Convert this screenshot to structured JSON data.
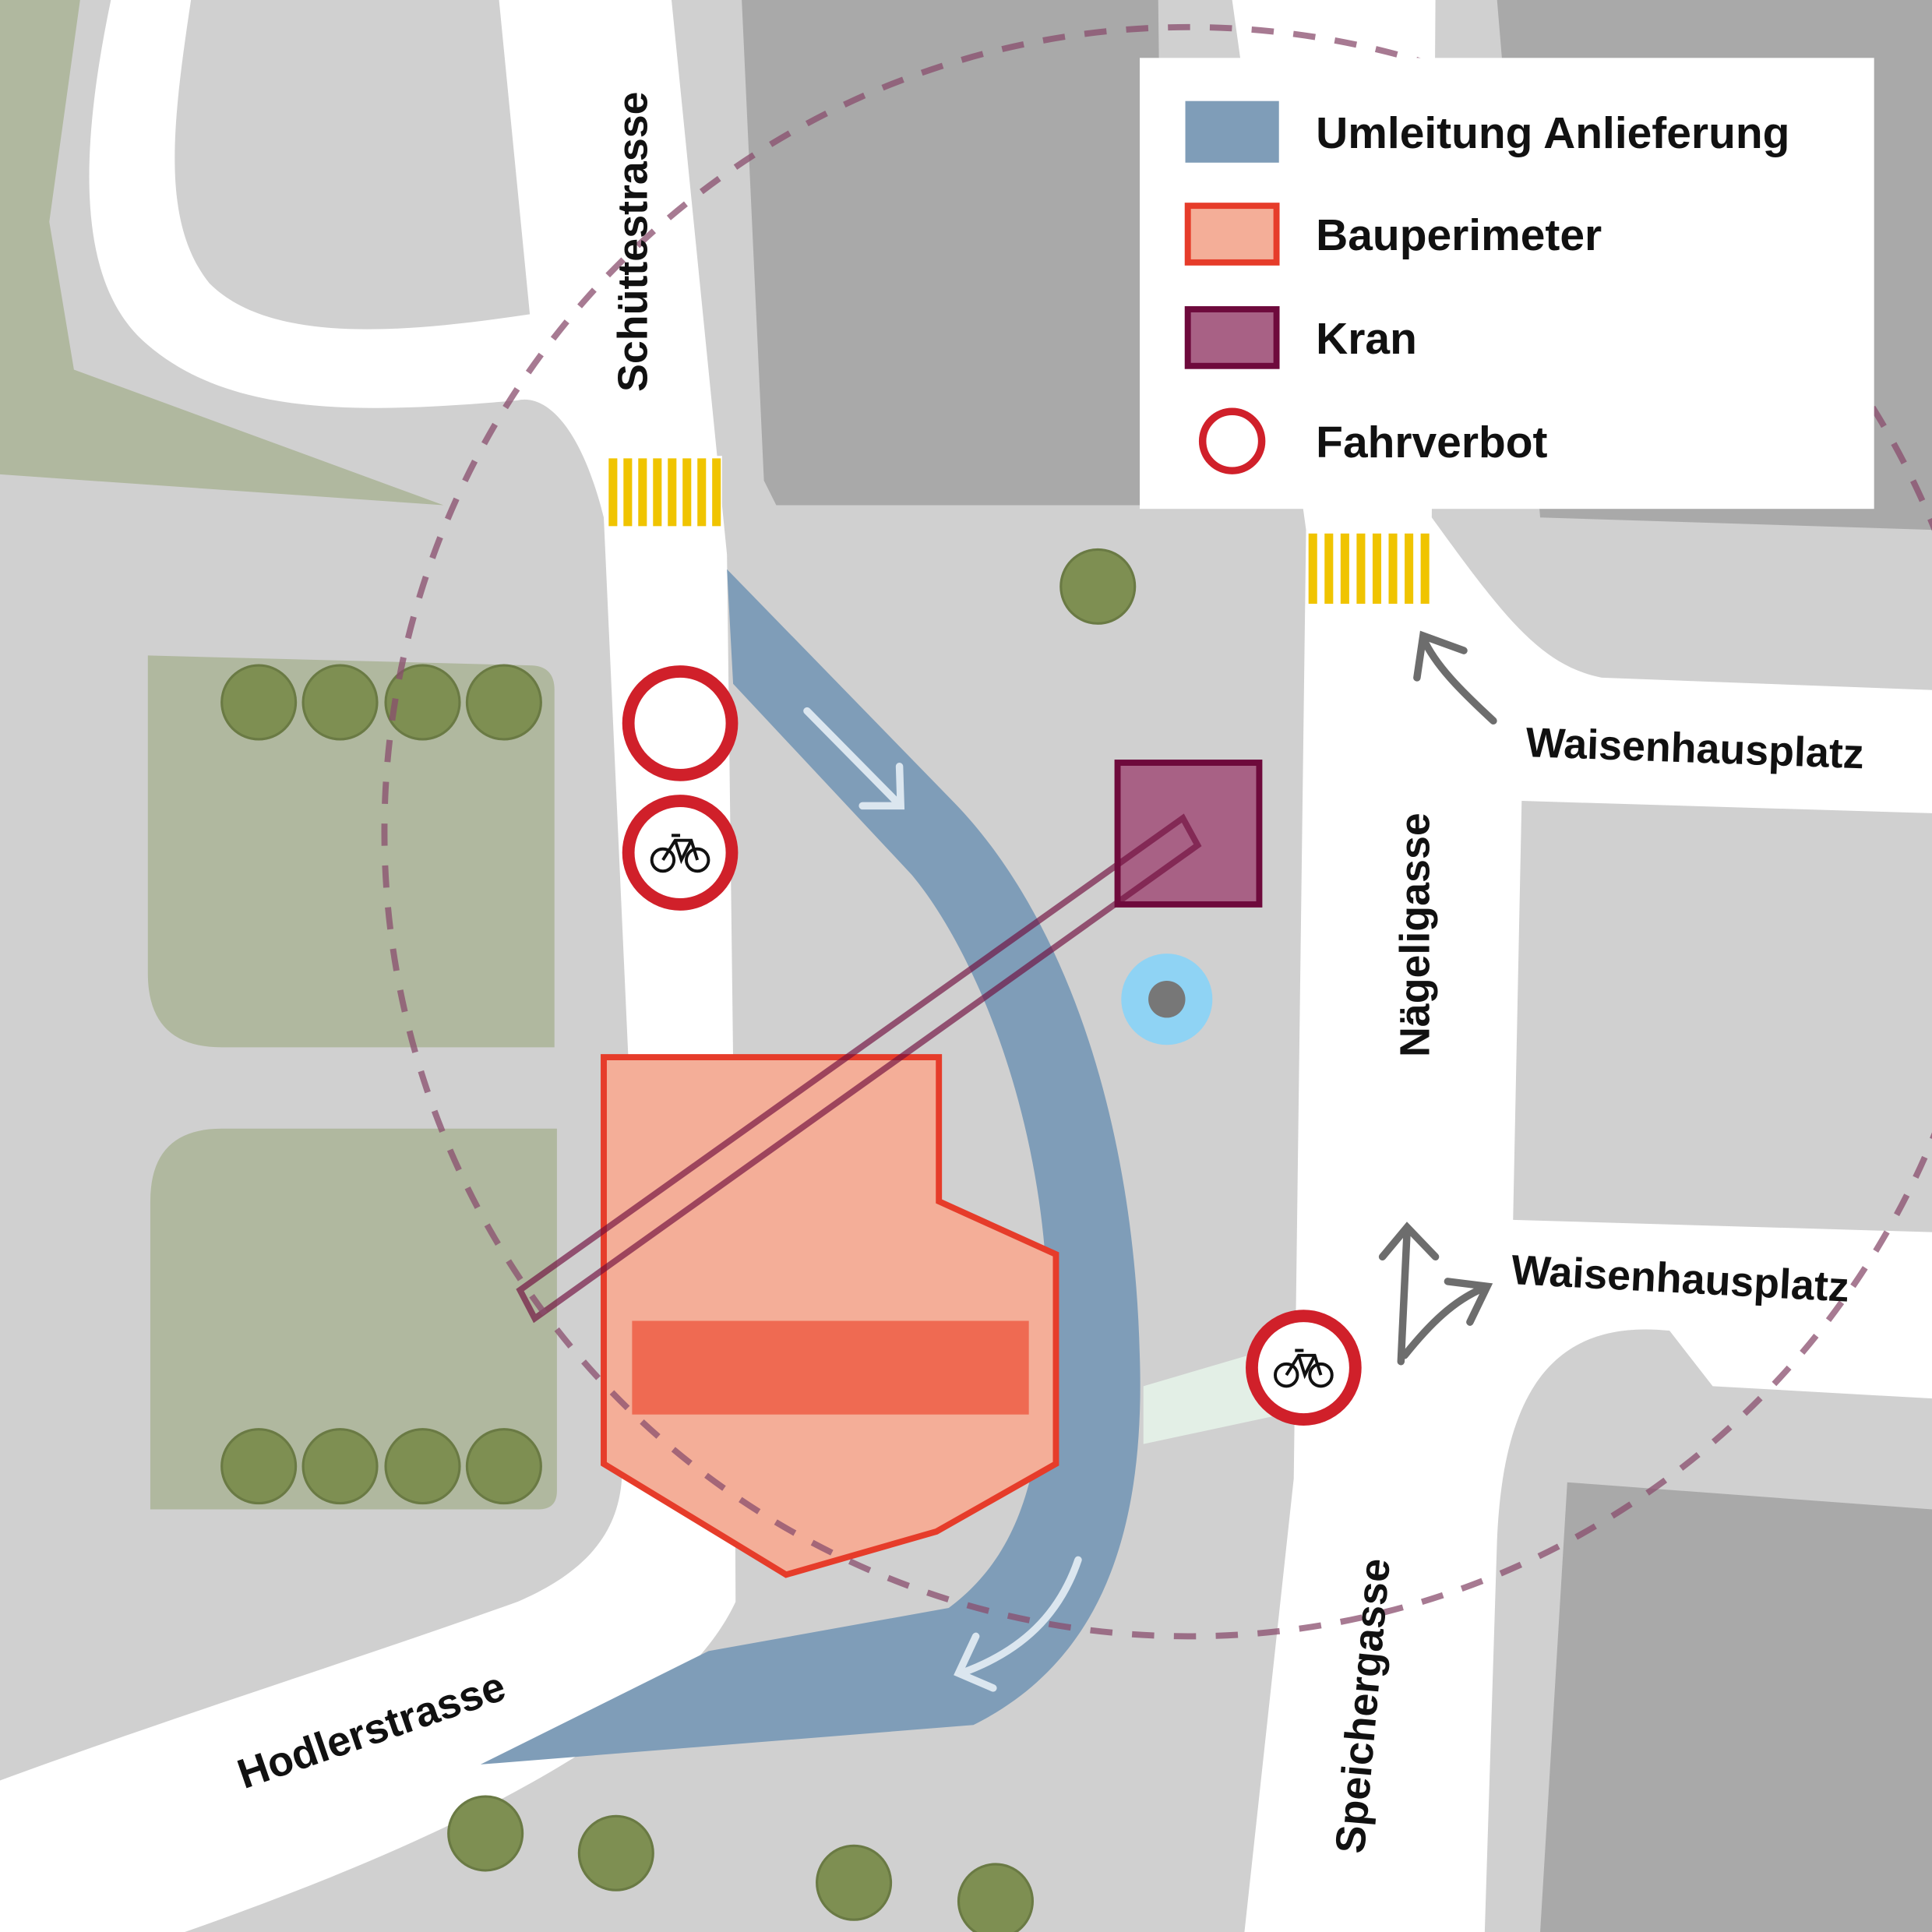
{
  "legend": {
    "items": [
      {
        "label": "Umleitung Anlieferung",
        "kind": "detour"
      },
      {
        "label": "Bauperimeter",
        "kind": "perimeter"
      },
      {
        "label": "Kran",
        "kind": "crane"
      },
      {
        "label": "Fahrverbot",
        "kind": "no-entry"
      }
    ]
  },
  "streets": {
    "schuette": "Schüttestrasse",
    "naegeli": "Nägeligasse",
    "waisenhaus_top": "Waisenhausplatz",
    "waisenhaus_bottom": "Waisenhausplatz",
    "hodler": "Hodlerstrasse",
    "speicher": "Speichergasse"
  },
  "colors": {
    "ground": "#d0d0d0",
    "road": "#ffffff",
    "building": "#a9a9a9",
    "park": "#b0b89f",
    "tree": "#7e8f52",
    "detour": "#7f9db8",
    "perimeter_fill": "#f4ae98",
    "perimeter_stroke": "#e63c2a",
    "crane_fill": "#a86185",
    "crane_stroke": "#6e0a3c",
    "no_entry": "#d0202a",
    "crosswalk": "#f0c400",
    "fountain": "#8fd3f4"
  }
}
